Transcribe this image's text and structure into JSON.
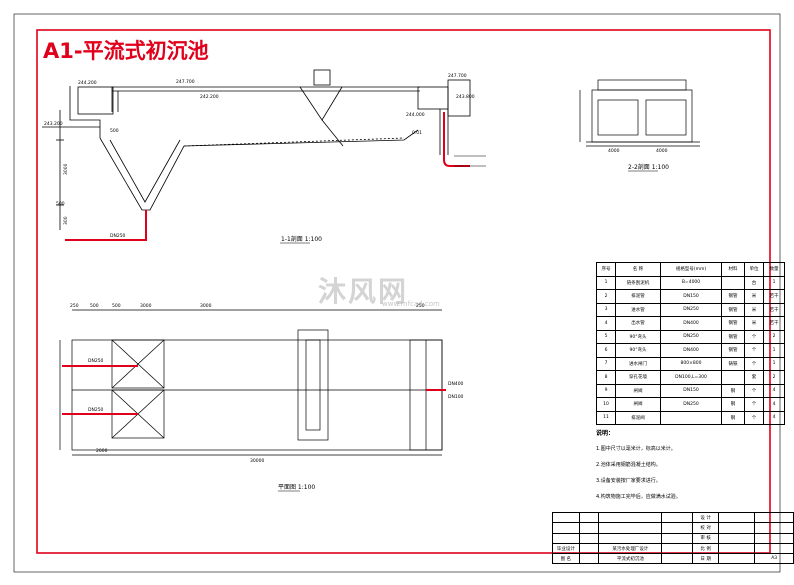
{
  "colors": {
    "frame": "#e0001b",
    "pipe": "#e0001b",
    "title": "#e0001b",
    "line": "#000000"
  },
  "title": "A1-平流式初沉池",
  "section_1": {
    "view_label": "1-1剖面 1:100",
    "pipe_label": "DN250",
    "callouts": [
      "244.200",
      "247.700",
      "242.200",
      "243.200",
      "247.700",
      "243.800",
      "244.000",
      "500",
      "3000",
      "500",
      "300",
      "0.01"
    ]
  },
  "section_2": {
    "view_label": "2-2剖面 1:100",
    "callouts": [
      "4000",
      "4000"
    ]
  },
  "plan": {
    "view_label": "平面图 1:100",
    "callouts": [
      "250",
      "500",
      "500",
      "3000",
      "250",
      "3000",
      "DN250",
      "DN250",
      "DN400",
      "DN100",
      "2000",
      "30000"
    ]
  },
  "bom": {
    "headers": [
      "序号",
      "名 称",
      "规格型号(mm)",
      "材料",
      "单位",
      "数量"
    ],
    "rows": [
      [
        "1",
        "链条刮泥机",
        "B=4000",
        "",
        "台",
        "1"
      ],
      [
        "2",
        "排泥管",
        "DN150",
        "钢管",
        "米",
        "若干"
      ],
      [
        "3",
        "进水管",
        "DN250",
        "钢管",
        "米",
        "若干"
      ],
      [
        "4",
        "出水管",
        "DN400",
        "钢管",
        "米",
        "若干"
      ],
      [
        "5",
        "90°弯头",
        "DN250",
        "钢管",
        "个",
        "2"
      ],
      [
        "6",
        "90°弯头",
        "DN400",
        "钢管",
        "个",
        "1"
      ],
      [
        "7",
        "进水闸门",
        "800×800",
        "铸铁",
        "个",
        "1"
      ],
      [
        "8",
        "穿孔花墙",
        "DN100,L=300",
        "",
        "套",
        "2"
      ],
      [
        "9",
        "闸阀",
        "DN150",
        "钢",
        "个",
        "4"
      ],
      [
        "10",
        "闸阀",
        "DN250",
        "钢",
        "个",
        "4"
      ],
      [
        "11",
        "排泥阀",
        "",
        "钢",
        "个",
        "4"
      ]
    ]
  },
  "notes": {
    "heading": "说明：",
    "items": [
      "1.图中尺寸以毫米计，标高以米计。",
      "2.池体采用钢筋混凝土结构。",
      "3.设备安装按厂家要求进行。",
      "4.构筑物施工完毕后，应做满水试验。"
    ]
  },
  "title_block": {
    "rows": [
      [
        "",
        "",
        "",
        "",
        "设 计",
        "",
        ""
      ],
      [
        "",
        "",
        "",
        "",
        "校 对",
        "",
        ""
      ],
      [
        "",
        "",
        "",
        "",
        "审 核",
        "",
        ""
      ],
      [
        "毕业设计",
        "",
        "某污水处理厂设计",
        "",
        "比 例",
        "",
        ""
      ],
      [
        "图 名",
        "",
        "平流式初沉池",
        "",
        "日 期",
        "",
        "A3"
      ]
    ]
  },
  "watermark": {
    "text": "沐风网",
    "sub": "www.mfcad.com"
  }
}
